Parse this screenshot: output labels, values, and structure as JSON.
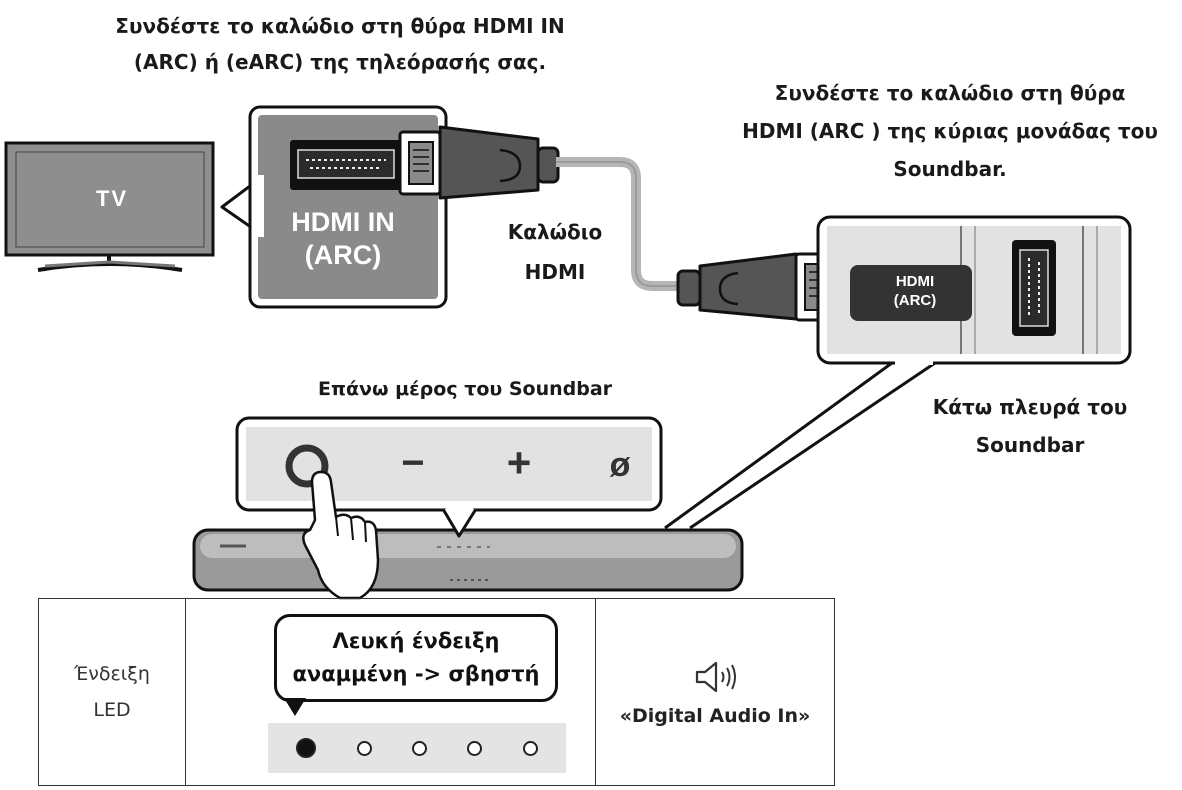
{
  "captions": {
    "tv_port": "Συνδέστε το καλώδιο στη θύρα HDMI IN\n(ARC) ή (eARC) της τηλεόρασής σας.",
    "soundbar_port": "Συνδέστε το καλώδιο στη θύρα\nHDMI (ARC ) της κύριας μονάδας του\nSoundbar.",
    "cable": "Καλώδιο\nHDMI",
    "top_of_soundbar": "Επάνω μέρος του Soundbar",
    "bottom_of_soundbar": "Κάτω πλευρά του\nSoundbar"
  },
  "labels": {
    "tv": "TV",
    "hdmi_in": "HDMI IN\n(ARC)",
    "hdmi_arc": "HDMI\n(ARC)"
  },
  "top_panel": {
    "buttons": [
      "power",
      "minus",
      "plus",
      "mic-off"
    ],
    "minus_symbol": "−",
    "plus_symbol": "+",
    "mic_symbol": "ø"
  },
  "led_table": {
    "title": "Ένδειξη\nLED",
    "bubble": "Λευκή ένδειξη\nαναμμένη -> σβηστή",
    "leds": [
      true,
      false,
      false,
      false,
      false
    ],
    "mode": "«Digital Audio In»"
  },
  "icons": {
    "tv": "tv-icon",
    "hdmi_port": "hdmi-port-icon",
    "hdmi_plug": "hdmi-plug-icon",
    "soundbar": "soundbar-icon",
    "hand": "hand-pointer-icon",
    "speaker": "speaker-icon"
  },
  "colors": {
    "panel_gray": "#8a8a8a",
    "panel_light": "#e2e2e2",
    "soundbar_gray": "#9a9a9a",
    "outline": "#111111",
    "cable_gray": "#b5b5b5"
  }
}
